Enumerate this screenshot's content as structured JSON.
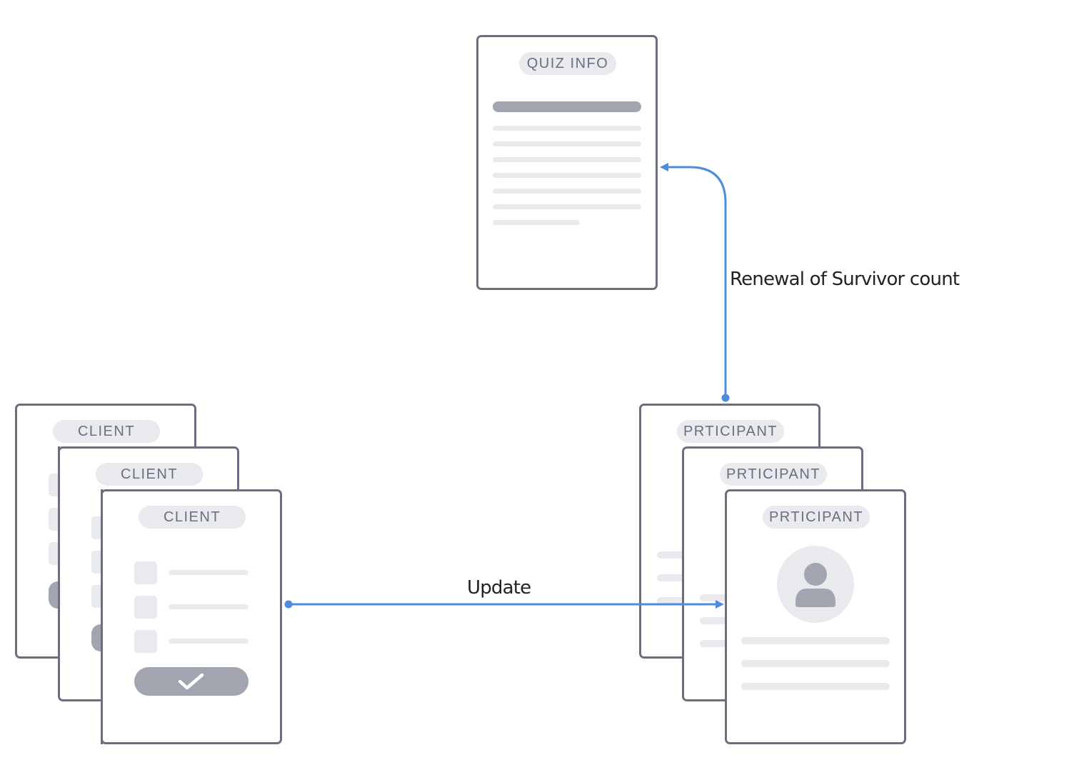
{
  "quiz_info": {
    "label": "QUIZ INFO"
  },
  "clients": [
    {
      "label": "CLIENT"
    },
    {
      "label": "CLIENT"
    },
    {
      "label": "CLIENT"
    }
  ],
  "participants": [
    {
      "label": "PRTICIPANT"
    },
    {
      "label": "PRTICIPANT"
    },
    {
      "label": "PRTICIPANT"
    }
  ],
  "connectors": {
    "renewal_label": "Renewal of Survivor count",
    "update_label": "Update"
  },
  "colors": {
    "card_border": "#6b6e7f",
    "placeholder_light": "#e9eaee",
    "placeholder_dark": "#a2a5b0",
    "connector": "#4a8ddc"
  },
  "icons": {
    "submit": "check-icon",
    "avatar": "person-icon"
  }
}
